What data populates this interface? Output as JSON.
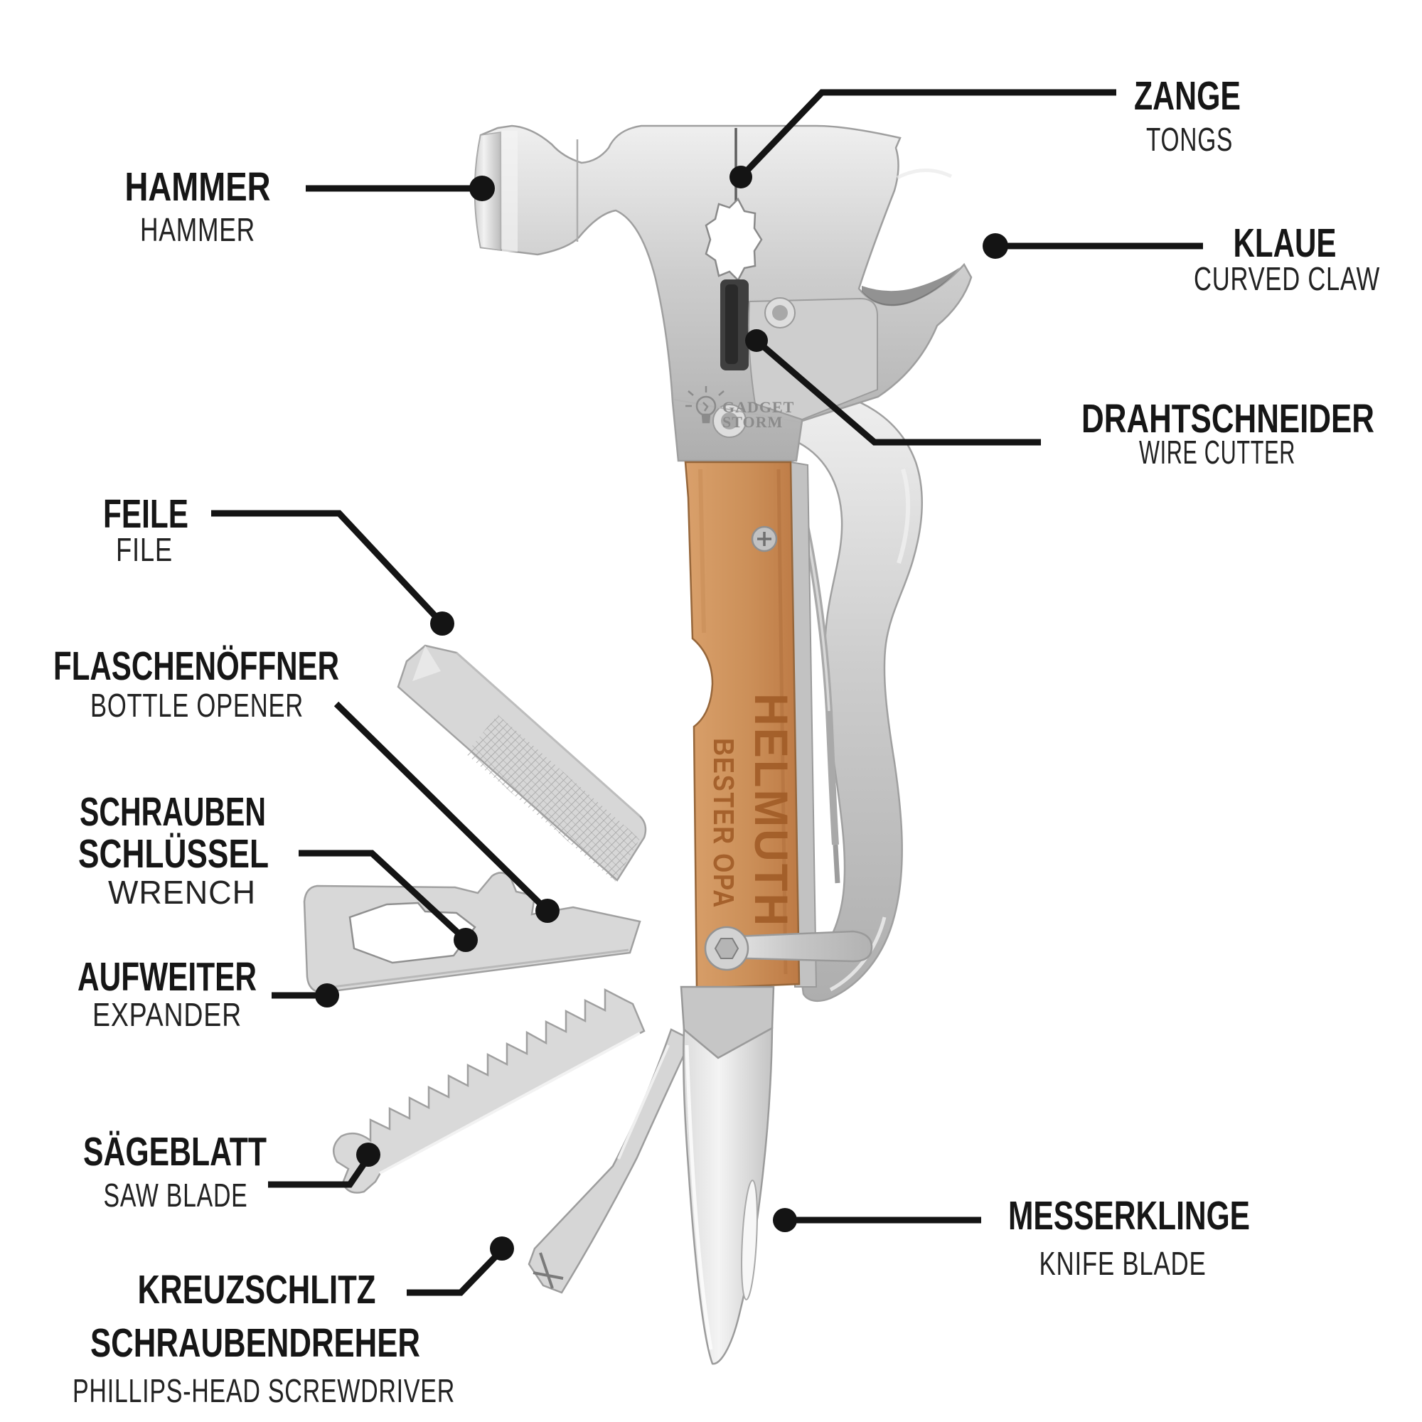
{
  "page": {
    "background": "#ffffff"
  },
  "brand": {
    "name_line1": "GADGET",
    "name_line2": "STORM",
    "icon": "lightbulb-icon"
  },
  "engraving": {
    "line1": "HELMUTH",
    "line2": "BESTER OPA"
  },
  "colors": {
    "label_text": "#161616",
    "sublabel_text": "#222222",
    "leader_line": "#141414",
    "metal_light": "#ececec",
    "metal_mid": "#c9c9c9",
    "metal_dark": "#a9a9a9",
    "wood_light": "#d9a06b",
    "wood_dark": "#bd7a45",
    "engraving_brown": "#a25d28",
    "logo_gray": "#8b8b8b",
    "slot_dark": "#3f3f3f"
  },
  "labels": {
    "zange": {
      "de": "ZANGE",
      "en": "TONGS"
    },
    "hammer": {
      "de": "HAMMER",
      "en": "HAMMER"
    },
    "klaue": {
      "de": "KLAUE",
      "en": "CURVED CLAW"
    },
    "drahtschneider": {
      "de": "DRAHTSCHNEIDER",
      "en": "WIRE CUTTER"
    },
    "feile": {
      "de": "FEILE",
      "en": "FILE"
    },
    "flaschenoeffner": {
      "de": "FLASCHENÖFFNER",
      "en": "BOTTLE OPENER"
    },
    "schraubenschluessel": {
      "de_line1": "SCHRAUBEN",
      "de_line2": "SCHLÜSSEL",
      "en": "WRENCH"
    },
    "aufweiter": {
      "de": "AUFWEITER",
      "en": "EXPANDER"
    },
    "saegeblatt": {
      "de": "SÄGEBLATT",
      "en": "SAW BLADE"
    },
    "kreuzschlitz": {
      "de_line1": "KREUZSCHLITZ",
      "de_line2": "SCHRAUBENDREHER",
      "en": "PHILLIPS-HEAD SCREWDRIVER"
    },
    "messerklinge": {
      "de": "MESSERKLINGE",
      "en": "KNIFE BLADE"
    }
  }
}
